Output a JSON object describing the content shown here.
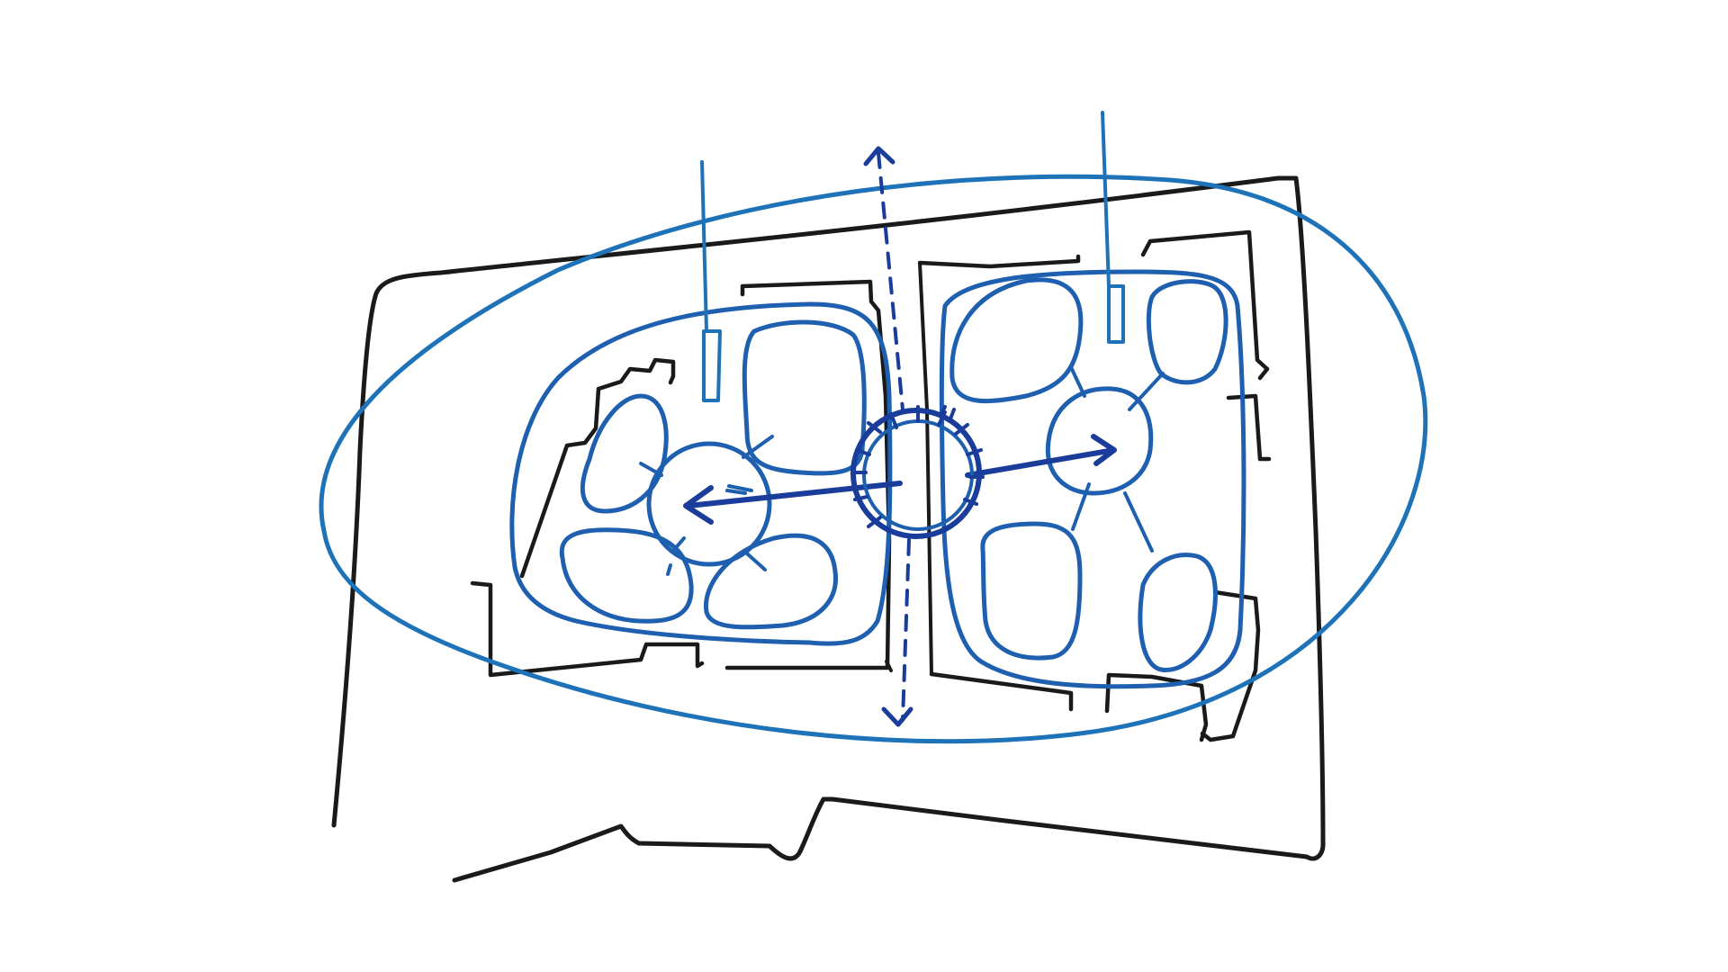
{
  "sketch": {
    "colors": {
      "paper": "#ffffff",
      "building_outline": "#1a1a1a",
      "zone_light_blue": "#1e72b8",
      "zone_mid_blue": "#1f5fb0",
      "core_dark_blue": "#1a3c9a"
    },
    "elements": {
      "site_boundary": "black-outline",
      "outer_zone": "ellipse",
      "left_cluster": "room-bubbles",
      "right_cluster": "room-bubbles",
      "central_core": "circle-hub",
      "main_axis": "vertical-dashed-arrow"
    }
  }
}
